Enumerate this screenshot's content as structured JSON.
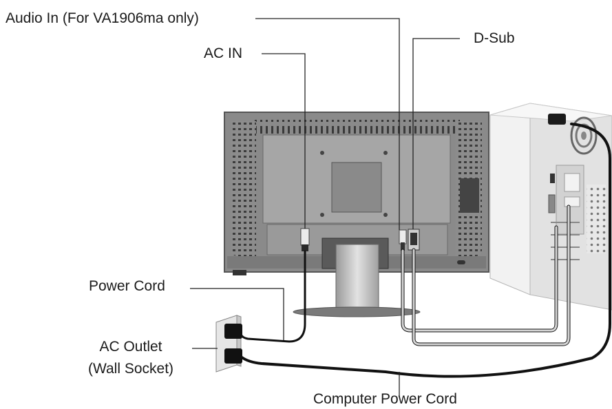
{
  "labels": {
    "audio_in": "Audio In (For VA1906ma only)",
    "ac_in": "AC IN",
    "d_sub": "D-Sub",
    "power_cord": "Power Cord",
    "ac_outlet_line1": "AC Outlet",
    "ac_outlet_line2": "(Wall Socket)",
    "computer_power_cord": "Computer Power Cord"
  },
  "colors": {
    "text": "#1a1a1a",
    "leader_line": "#222222",
    "monitor_body": "#9a9a9a",
    "monitor_dark": "#6e6e6e",
    "cable_dark": "#111111",
    "cable_light": "#bdbdbd",
    "pc_case": "#ececec"
  }
}
